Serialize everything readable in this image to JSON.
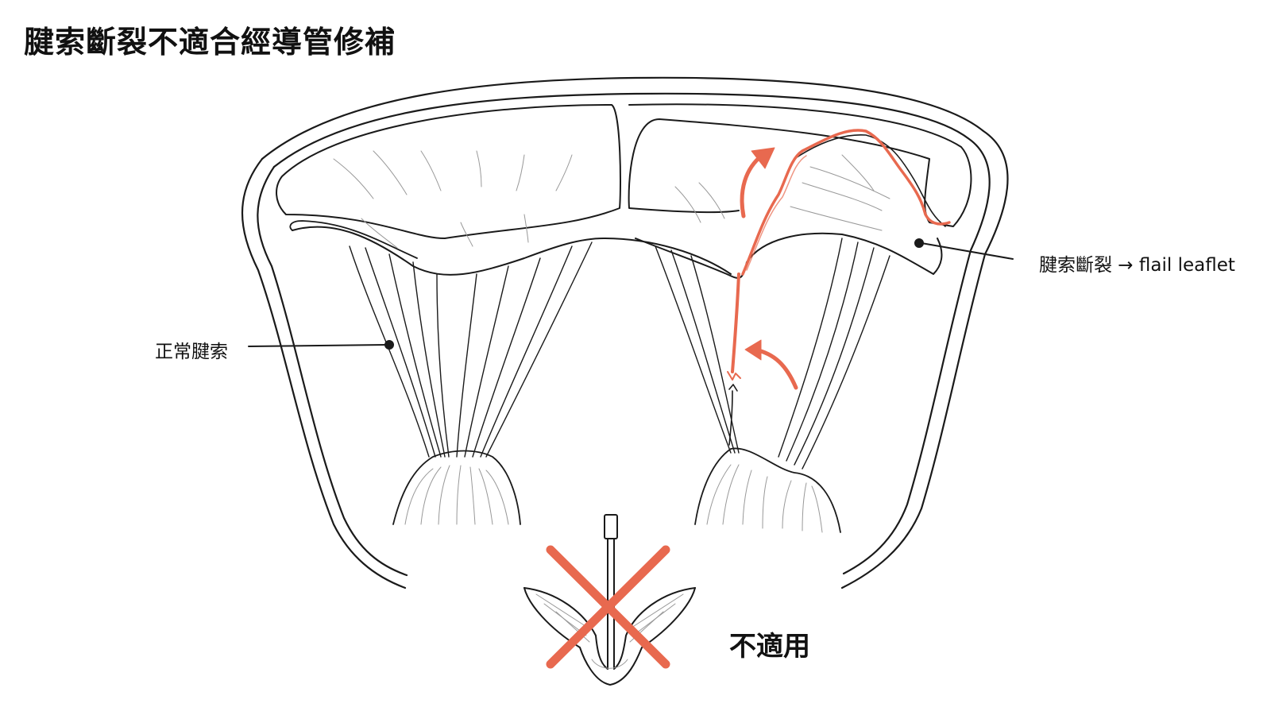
{
  "title": "腱索斷裂不適合經導管修補",
  "labels": {
    "normal_chordae": "正常腱索",
    "rupture": "腱索斷裂 → flail leaflet",
    "not_applicable": "不適用"
  },
  "colors": {
    "highlight": "#e8694f",
    "outline": "#1a1a1a",
    "fine_line": "#888888"
  }
}
